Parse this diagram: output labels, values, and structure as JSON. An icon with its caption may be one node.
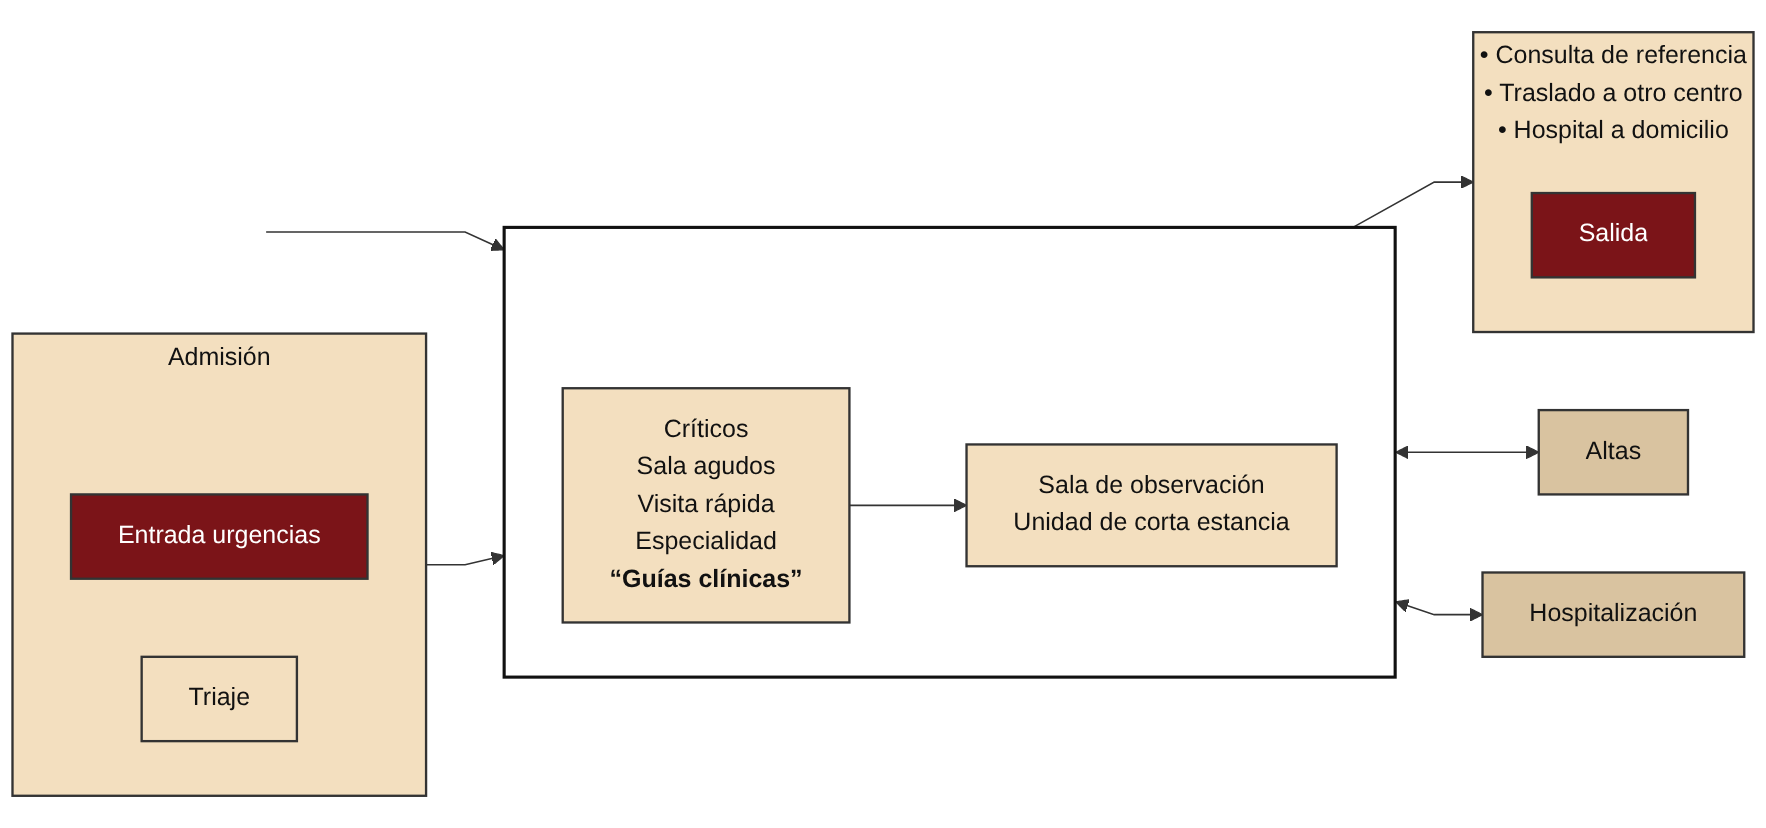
{
  "diagram": {
    "nodes": [
      {
        "text": [
          "Admisión"
        ]
      },
      {
        "text": [
          "Entrada urgencias"
        ],
        "in": 0
      },
      {
        "text": [
          "Triaje"
        ],
        "in": 0
      },
      {
        "text": [],
        "shape": "box"
      },
      {
        "text": [
          "Críticos",
          "Sala agudos",
          "Visita rápida",
          "Especialidad",
          "“Guías clínicas”"
        ],
        "in": 3
      },
      {
        "text": [
          "Sala de observación",
          "Unidad de corta estancia"
        ],
        "in": 3
      },
      {
        "text": [
          "• Consulta de referencia",
          "• Traslado a otro centro",
          "• Hospital a domicilio"
        ]
      },
      {
        "text": [
          "Salida"
        ],
        "in": 6
      },
      {
        "text": [
          "Altas"
        ]
      },
      {
        "text": [
          "Hospitalización"
        ]
      }
    ],
    "edges": [
      {
        "from": null,
        "to": 3,
        "arrow": "to"
      },
      {
        "from": 0,
        "to": 3,
        "arrow": "to"
      },
      {
        "from": 4,
        "to": 5,
        "arrow": "to"
      },
      {
        "from": 3,
        "to": 6,
        "arrow": "to"
      },
      {
        "from": 3,
        "to": 8,
        "arrow": "both"
      },
      {
        "from": 3,
        "to": 9,
        "arrow": "both"
      }
    ]
  }
}
